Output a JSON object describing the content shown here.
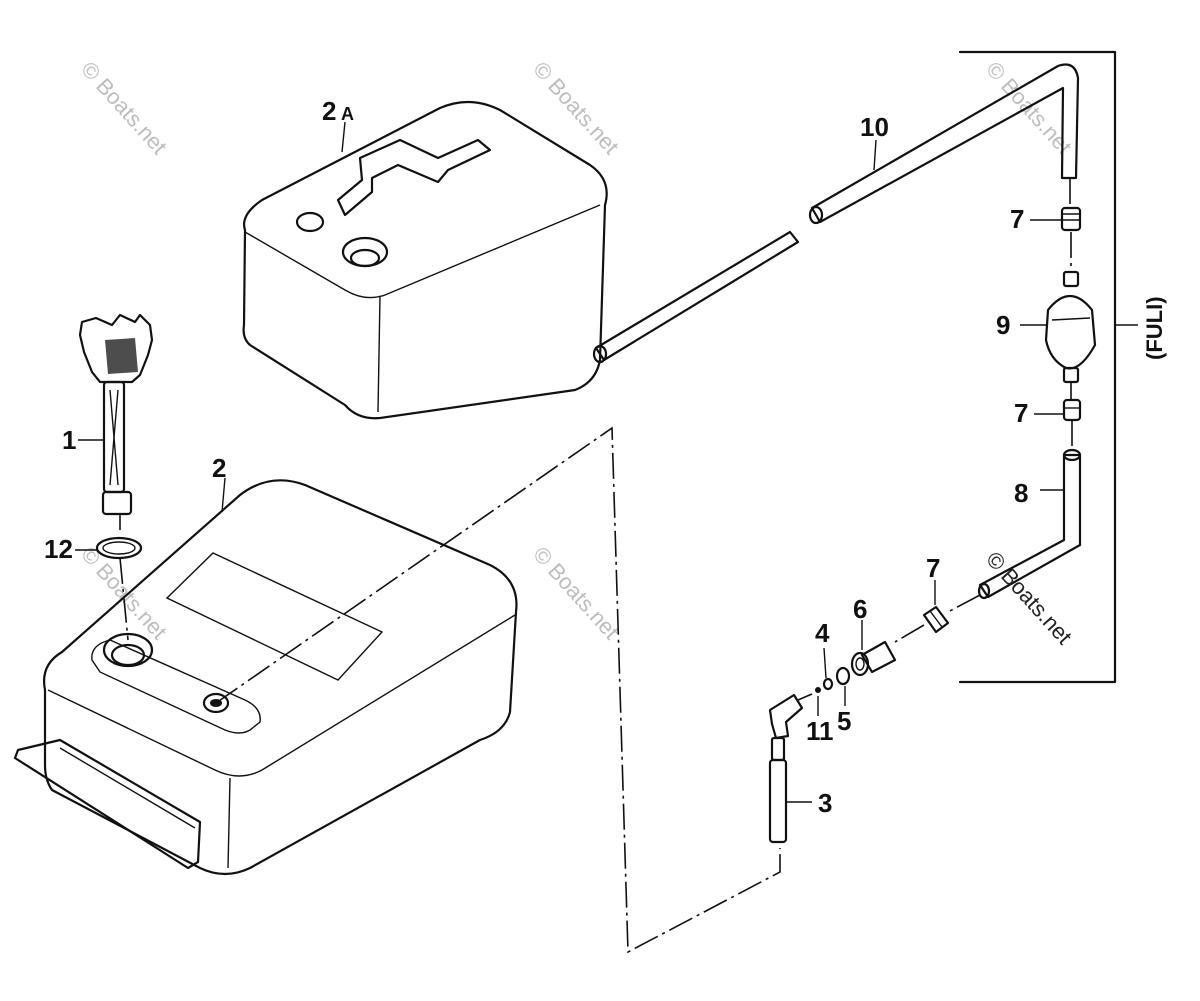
{
  "diagram": {
    "callouts": {
      "p1": "1",
      "p2": "2",
      "p2a": "2",
      "p2a_suffix": "A",
      "p3": "3",
      "p4": "4",
      "p5": "5",
      "p6": "6",
      "p7_upper": "7",
      "p7_middle": "7",
      "p7_lower": "7",
      "p8": "8",
      "p9": "9",
      "p10": "10",
      "p11": "11",
      "p12": "12"
    },
    "group_label": "(FULI)",
    "watermark": "© Boats.net"
  }
}
